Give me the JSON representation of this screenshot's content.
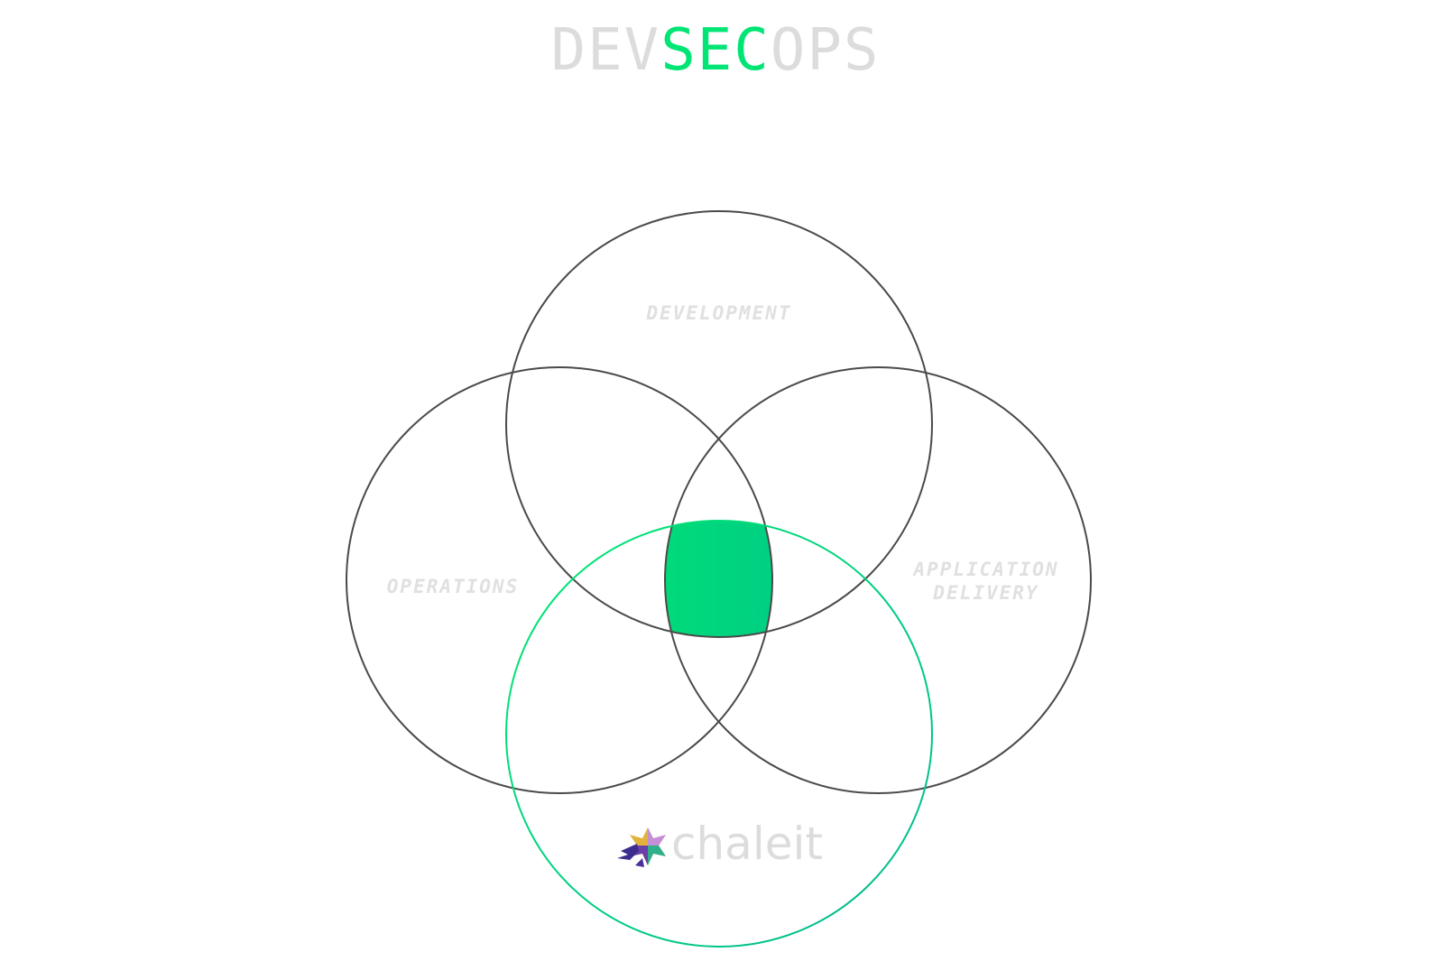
{
  "title": {
    "part1": "DEV",
    "part2": "SEC",
    "part3": "OPS"
  },
  "colors": {
    "circle_stroke": "#4a4a4a",
    "security_stroke": "#00dd7a",
    "center_fill_start": "#00ea6c",
    "center_fill_end": "#00c090",
    "label": "#e0e0e0",
    "title_grey": "#dcdcdc",
    "title_accent": "#00e574"
  },
  "regions": {
    "development": {
      "label": "DEVELOPMENT"
    },
    "operations": {
      "label": "OPERATIONS"
    },
    "application_delivery": {
      "line1": "APPLICATION",
      "line2": "DELIVERY"
    },
    "security": {
      "logo_text": "chaleit",
      "logo_icon": "star-burst-logo-icon"
    }
  }
}
